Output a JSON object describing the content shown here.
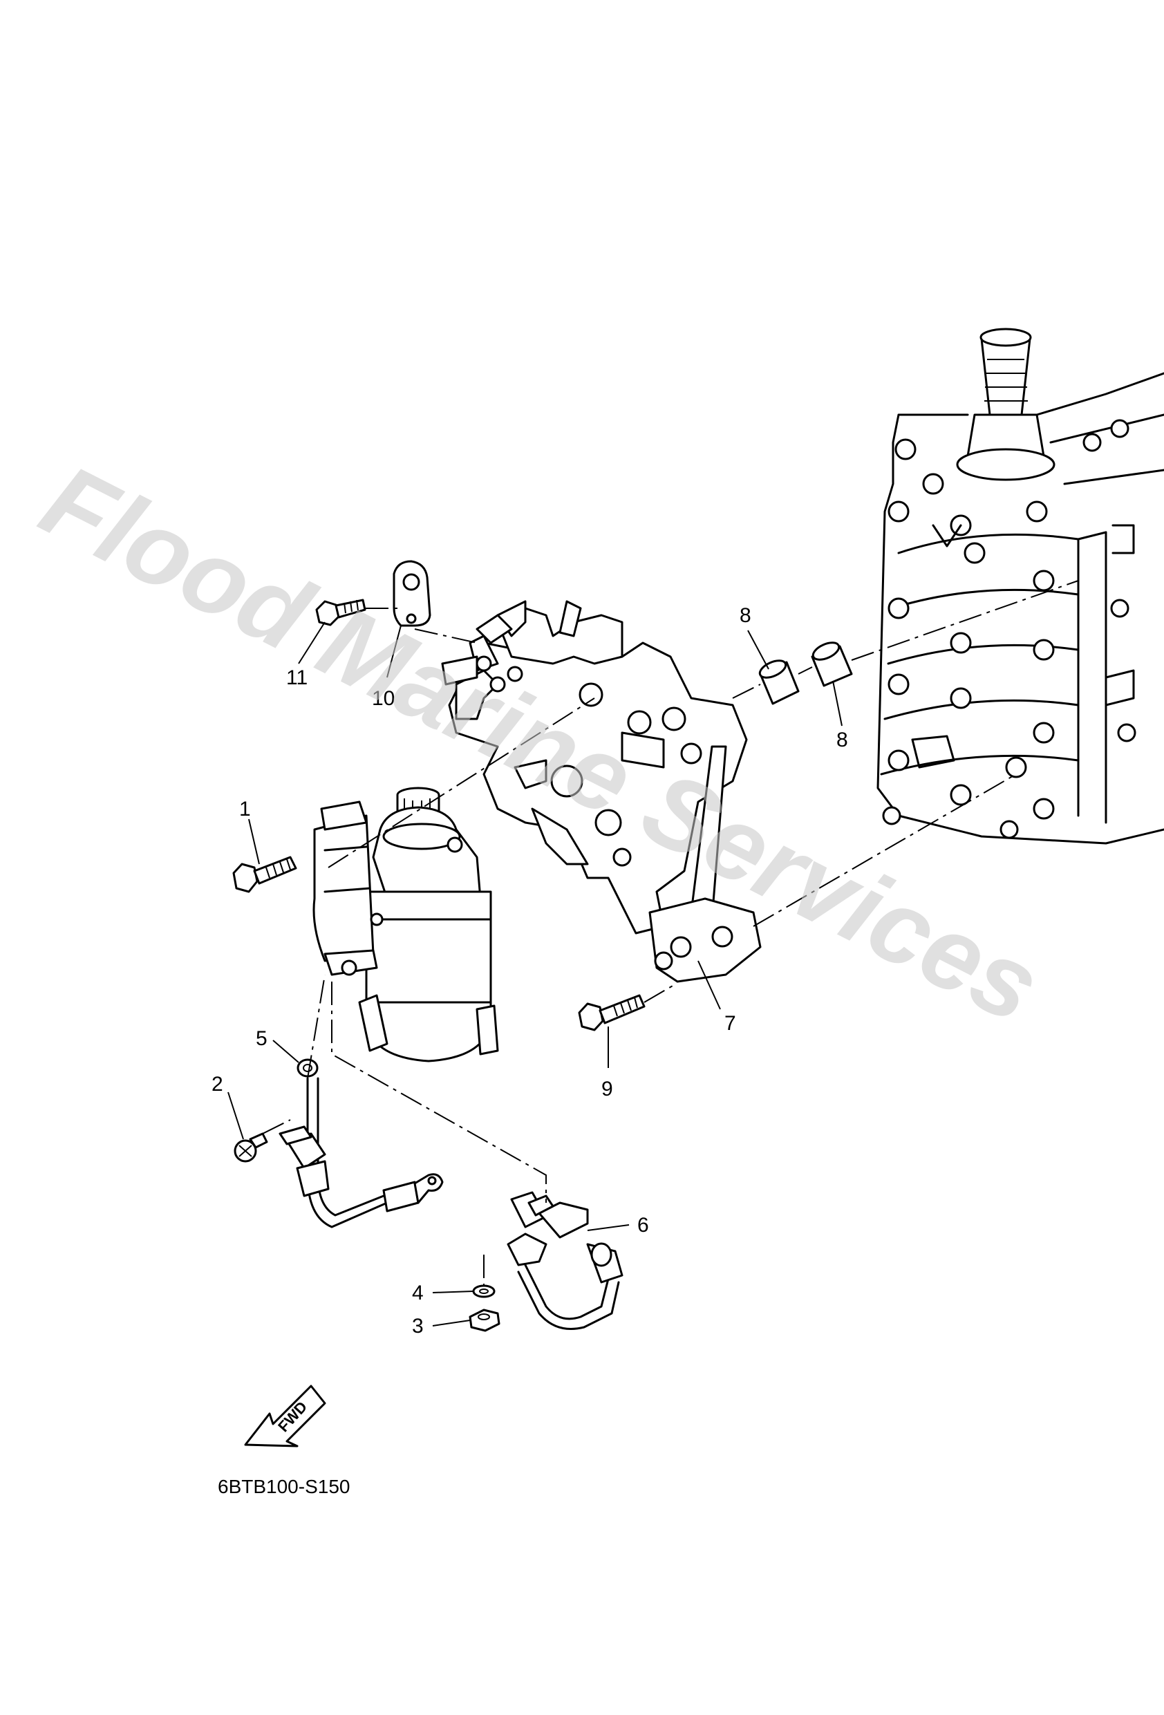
{
  "watermark": "Flood Marine Services",
  "diagram_code": "6BTB100-S150",
  "fwd_label": "FWD",
  "callouts": {
    "c1": "1",
    "c2": "2",
    "c3": "3",
    "c4": "4",
    "c5": "5",
    "c6": "6",
    "c7": "7",
    "c8a": "8",
    "c8b": "8",
    "c9": "9",
    "c10": "10",
    "c11": "11"
  }
}
